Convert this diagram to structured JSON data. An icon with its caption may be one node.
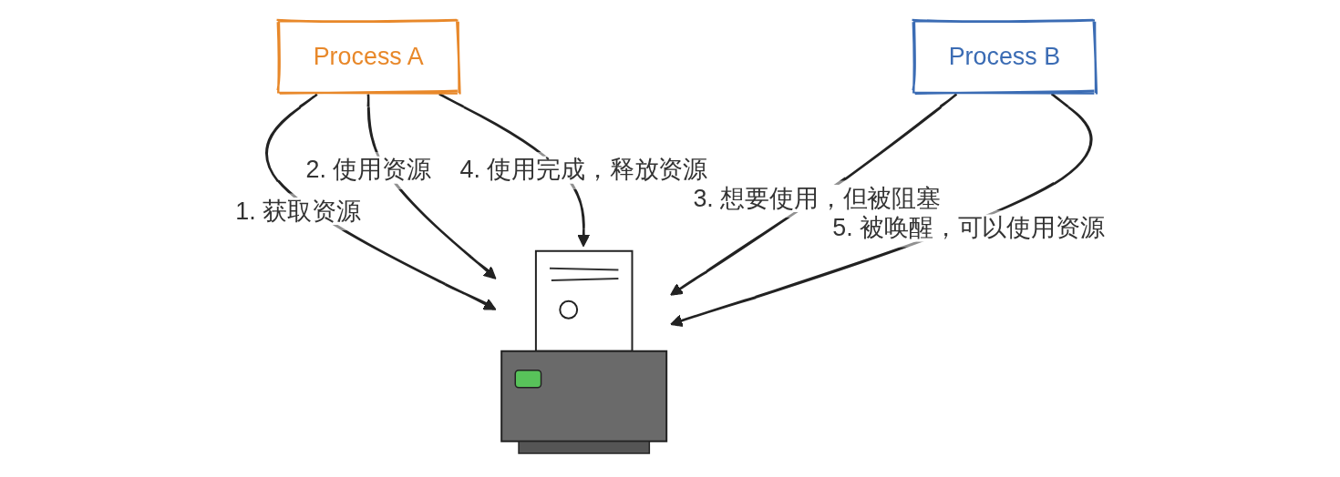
{
  "diagram": {
    "nodes": [
      {
        "text": [
          "Process A"
        ]
      },
      {
        "text": [],
        "shape": "picture"
      },
      {
        "text": [
          "Process B"
        ]
      }
    ],
    "edges": [
      {
        "from": 0,
        "to": 1,
        "arrow": "to",
        "label": "1. 获取资源"
      },
      {
        "from": 0,
        "to": 1,
        "arrow": "to",
        "label": "2. 使用资源"
      },
      {
        "from": 2,
        "to": 1,
        "arrow": "to",
        "label": "3. 想要使用，但被阻塞"
      },
      {
        "from": 0,
        "to": 1,
        "arrow": "to",
        "label": "4. 使用完成，释放资源"
      },
      {
        "from": 2,
        "to": 1,
        "arrow": "to",
        "label": "5. 被唤醒，可以使用资源"
      }
    ]
  }
}
